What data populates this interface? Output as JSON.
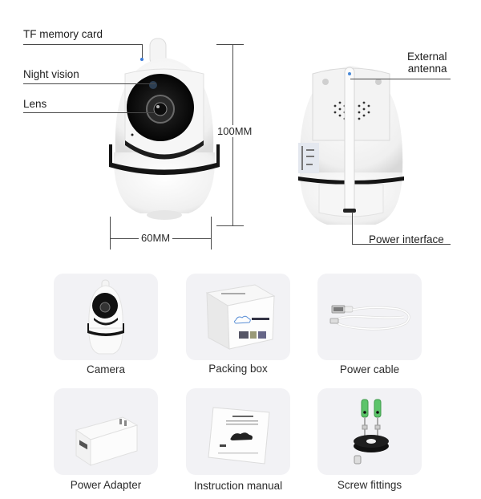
{
  "diagram": {
    "front_view": {
      "callouts": [
        {
          "label": "TF memory card"
        },
        {
          "label": "Night vision"
        },
        {
          "label": "Lens"
        }
      ],
      "height_dimension": "100MM",
      "width_dimension": "60MM"
    },
    "back_view": {
      "callouts": [
        {
          "label": "External\nantenna",
          "line1": "External",
          "line2": "antenna"
        },
        {
          "label": "Power interface"
        }
      ]
    }
  },
  "package_contents": {
    "items": [
      {
        "label": "Camera",
        "icon": "camera-icon"
      },
      {
        "label": "Packing box",
        "icon": "box-icon"
      },
      {
        "label": "Power cable",
        "icon": "usb-cable-icon"
      },
      {
        "label": "Power Adapter",
        "icon": "power-adapter-icon"
      },
      {
        "label": "Instruction manual",
        "icon": "manual-icon"
      },
      {
        "label": "Screw fittings",
        "icon": "screw-icon"
      }
    ]
  },
  "colors": {
    "background": "#ffffff",
    "card": "#f2f2f5",
    "text": "#222222",
    "camera_body": "#fafafa",
    "camera_band": "#111111",
    "screw_green": "#5cc46a"
  }
}
